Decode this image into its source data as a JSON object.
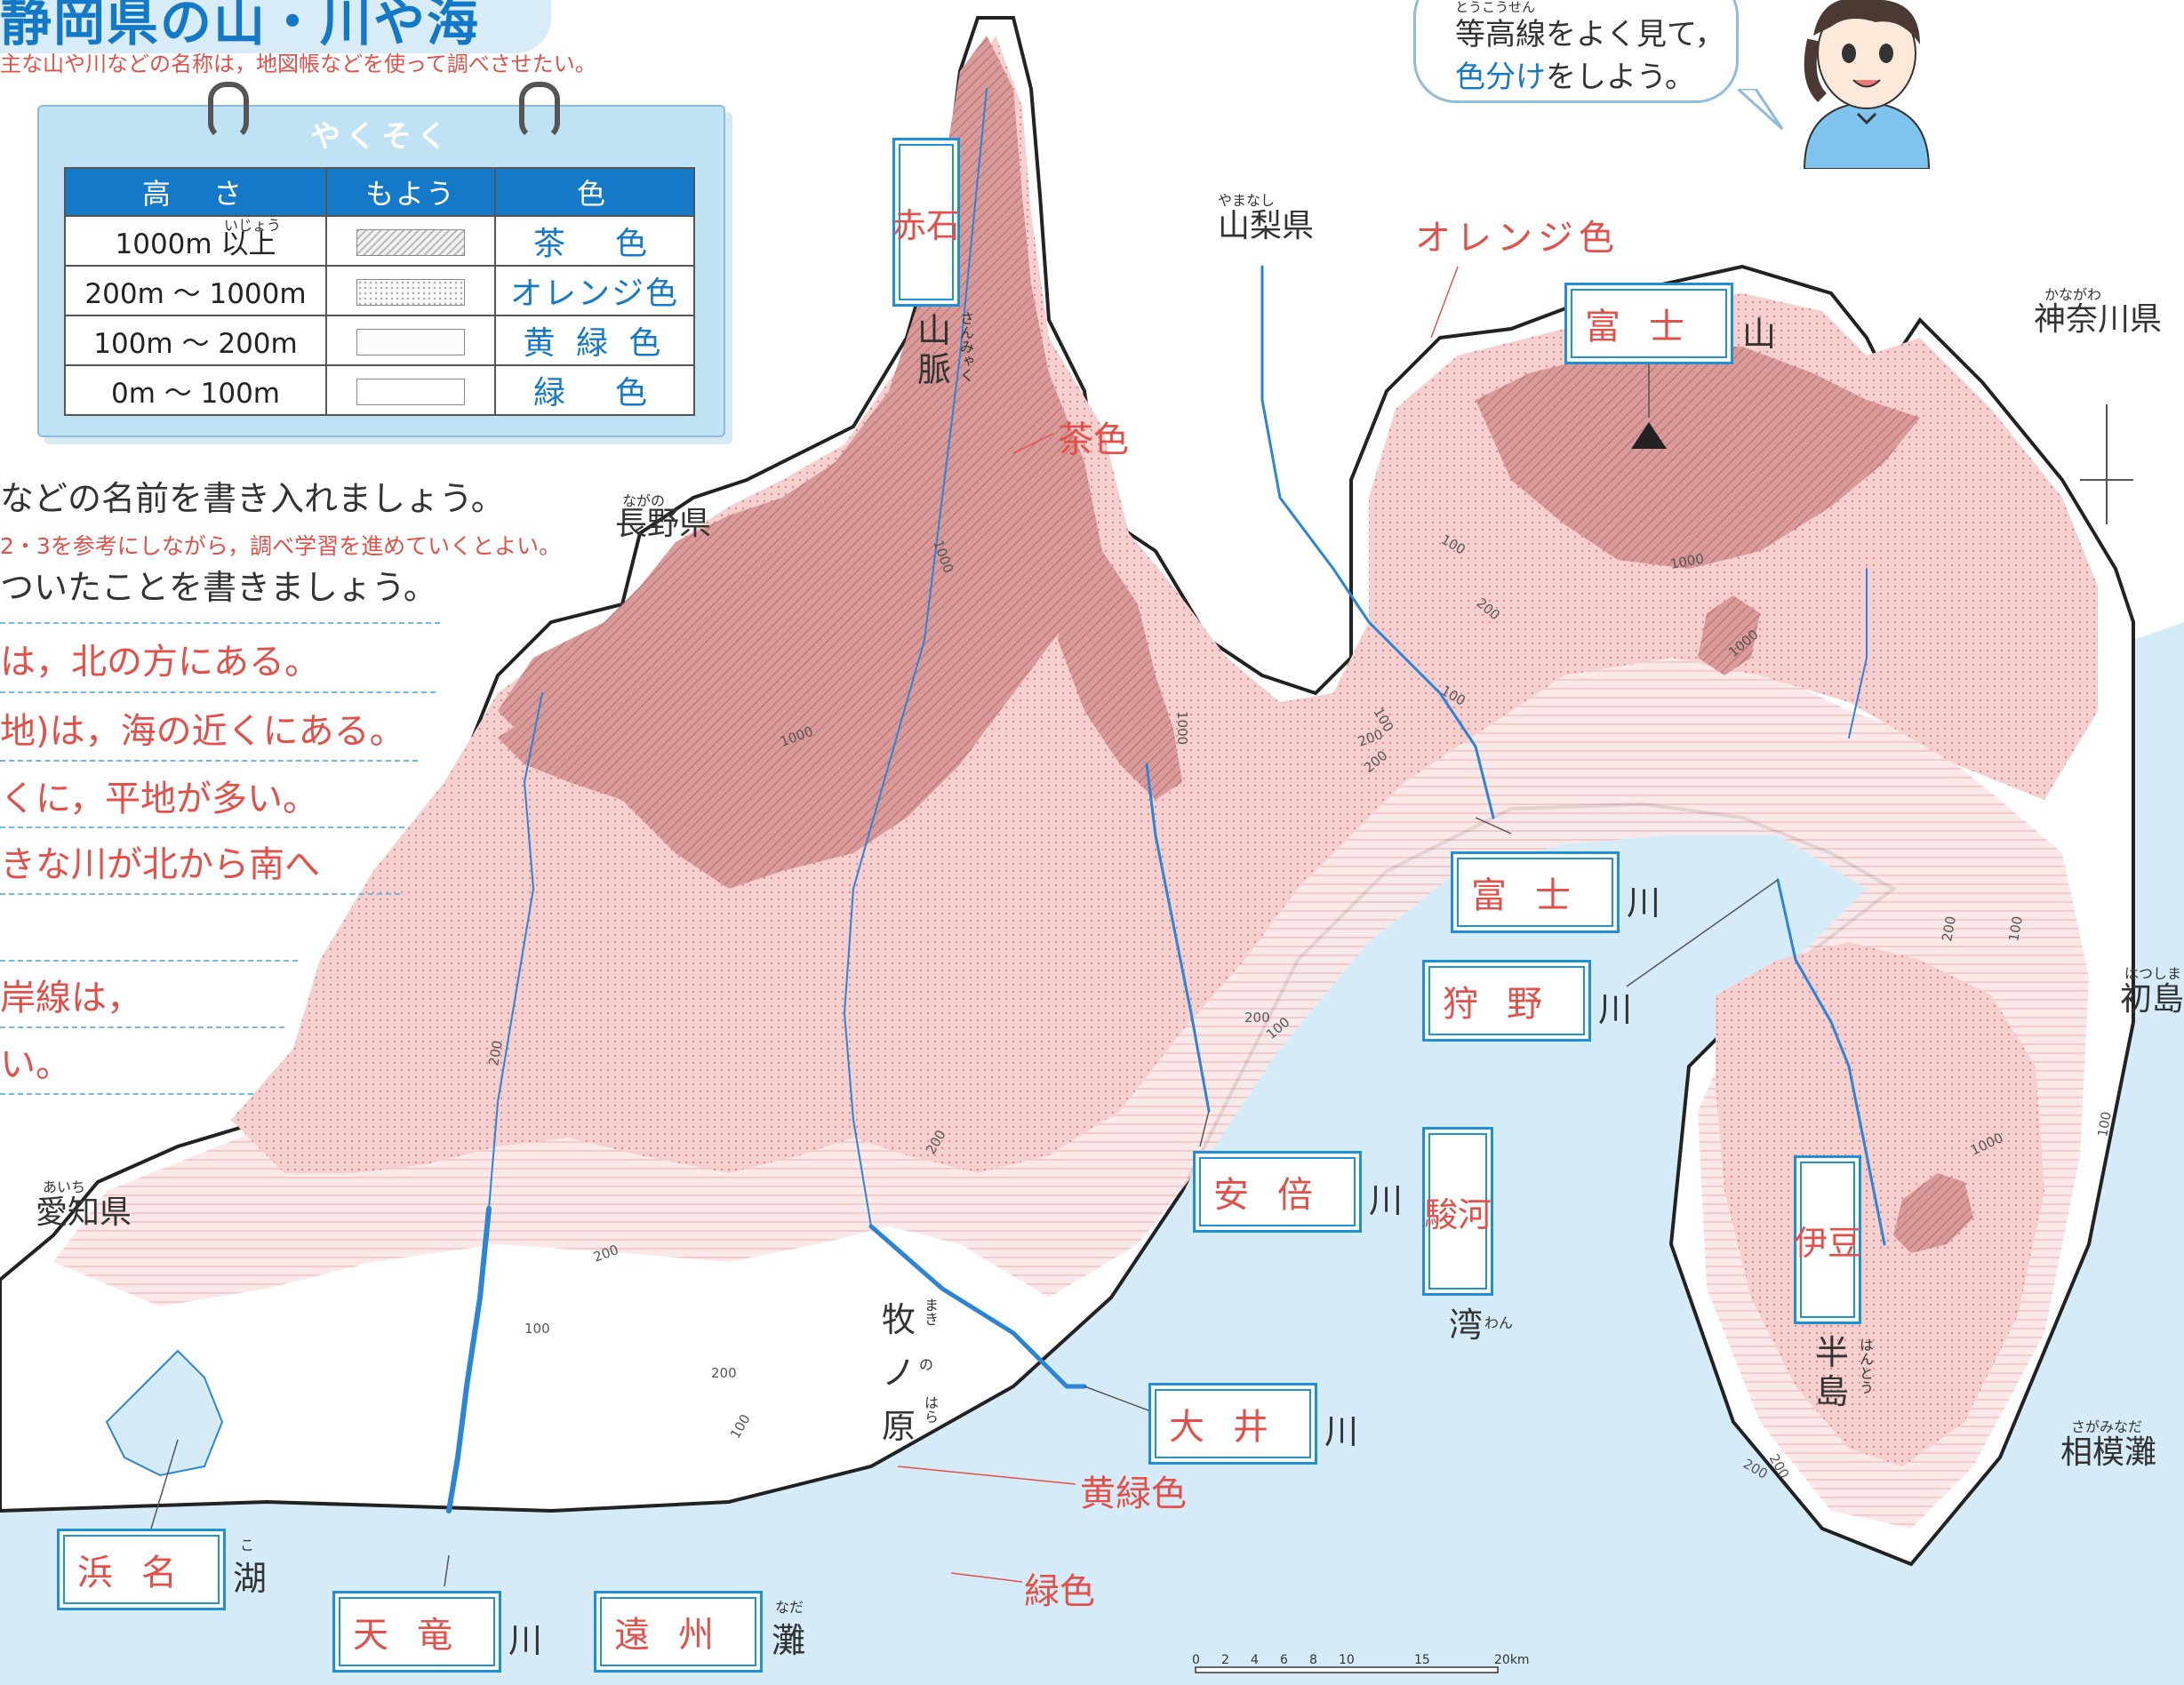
{
  "header": {
    "title": "静岡県の山・川や海",
    "subtitle": "主な山や川などの名称は，地図帳などを使って調べさせたい。"
  },
  "legend": {
    "title": "やくそく",
    "columns": [
      "高　さ",
      "もよう",
      "色"
    ],
    "rows": [
      {
        "height": "1000m 以上",
        "ruby": "いじょう",
        "color_name": "茶　色",
        "pattern": "hatch"
      },
      {
        "height": "200m ～ 1000m",
        "color_name": "オレンジ色",
        "pattern": "dots"
      },
      {
        "height": "100m ～ 200m",
        "color_name": "黄 緑 色",
        "pattern": "plain"
      },
      {
        "height": "0m ～ 100m",
        "color_name": "緑　色",
        "pattern": "blank"
      }
    ]
  },
  "text_lines": {
    "line1": "などの名前を書き入れましょう。",
    "note": "2・3を参考にしながら，調べ学習を進めていくとよい。",
    "line2": "ついたことを書きましょう。"
  },
  "answers": [
    "は，北の方にある。",
    "地)は，海の近くにある。",
    "くに，平地が多い。",
    "きな川が北から南へ",
    "岸線は，",
    "い。"
  ],
  "bubble": {
    "ruby": "とうこうせん",
    "line1": "等高線をよく見て，",
    "line2_blue": "色分け",
    "line2_rest": "をしよう。"
  },
  "prefectures": {
    "yamanashi": {
      "label": "山梨県",
      "ruby": "やまなし"
    },
    "kanagawa": {
      "label": "神奈川県",
      "ruby": "かながわ"
    },
    "nagano": {
      "label": "長野県",
      "ruby": "ながの"
    },
    "aichi": {
      "label": "愛知県",
      "ruby": "あいち"
    },
    "hatsushima": {
      "label": "初島",
      "ruby": "はつしま"
    },
    "sagaminada": {
      "label": "相模灘",
      "ruby": "さがみなだ"
    }
  },
  "map_labels": {
    "akaishi": {
      "box": "赤石",
      "suffix": "山脈",
      "ruby": "さんみゃく"
    },
    "fuji_mt": {
      "box": "富士",
      "suffix": "山"
    },
    "fuji_river": {
      "box": "富士",
      "suffix": "川"
    },
    "kano_river": {
      "box": "狩野",
      "suffix": "川"
    },
    "abe_river": {
      "box": "安倍",
      "suffix": "川"
    },
    "suruga": {
      "box": "駿河",
      "suffix": "湾",
      "ruby": "わん"
    },
    "izu": {
      "box": "伊豆",
      "suffix": "半島",
      "ruby": "はんとう"
    },
    "oi_river": {
      "box": "大井",
      "suffix": "川"
    },
    "hamana": {
      "box": "浜名",
      "suffix": "湖",
      "ruby": "こ"
    },
    "tenryu": {
      "box": "天竜",
      "suffix": "川"
    },
    "enshu": {
      "box": "遠州",
      "suffix": "灘",
      "ruby": "なだ"
    },
    "makinohara": {
      "label": "牧ノ原",
      "ruby1": "まき",
      "ruby2": "の",
      "ruby3": "はら"
    }
  },
  "color_annotations": {
    "orange": "オレンジ色",
    "brown": "茶色",
    "yellow_green": "黄緑色",
    "green": "緑色"
  },
  "contours": [
    "1000",
    "1000",
    "1000",
    "1000",
    "1000",
    "200",
    "100",
    "100",
    "200",
    "200",
    "100",
    "200",
    "200",
    "200",
    "100",
    "100",
    "200",
    "100",
    "200",
    "100",
    "200",
    "200",
    "1000",
    "100",
    "200"
  ],
  "scale": {
    "ticks": [
      "0",
      "2",
      "4",
      "6",
      "8",
      "10",
      "15",
      "20km"
    ]
  },
  "colors": {
    "accent_blue": "#1479c8",
    "answer_red": "#e2504a",
    "sea": "#d5ecf8",
    "land_pink": "#f6cfcf",
    "mountain_brown": "#d99a9a",
    "river_blue": "#2b84d6"
  }
}
